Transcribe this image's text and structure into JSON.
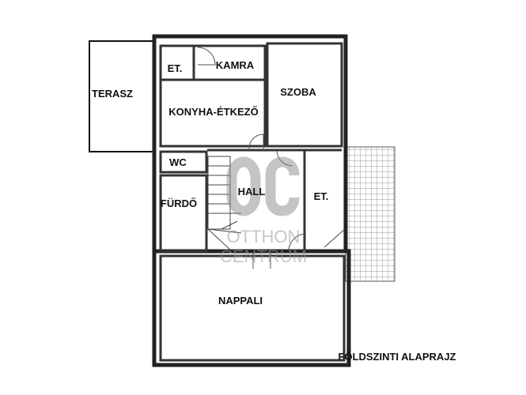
{
  "plan": {
    "title": "FÖLDSZINTI ALAPRAJZ",
    "rooms": {
      "terasz": "TERASZ",
      "et_small": "ET.",
      "kamra": "KAMRA",
      "konyha": "KONYHA-ÉTKEZŐ",
      "szoba": "SZOBA",
      "wc": "WC",
      "furdo": "FÜRDŐ",
      "hall": "HALL",
      "et_right": "ET.",
      "nappali": "NAPPALI"
    }
  },
  "watermark": {
    "logo": "OC",
    "line1": "OTTHON",
    "line2": "CENTRUM"
  }
}
